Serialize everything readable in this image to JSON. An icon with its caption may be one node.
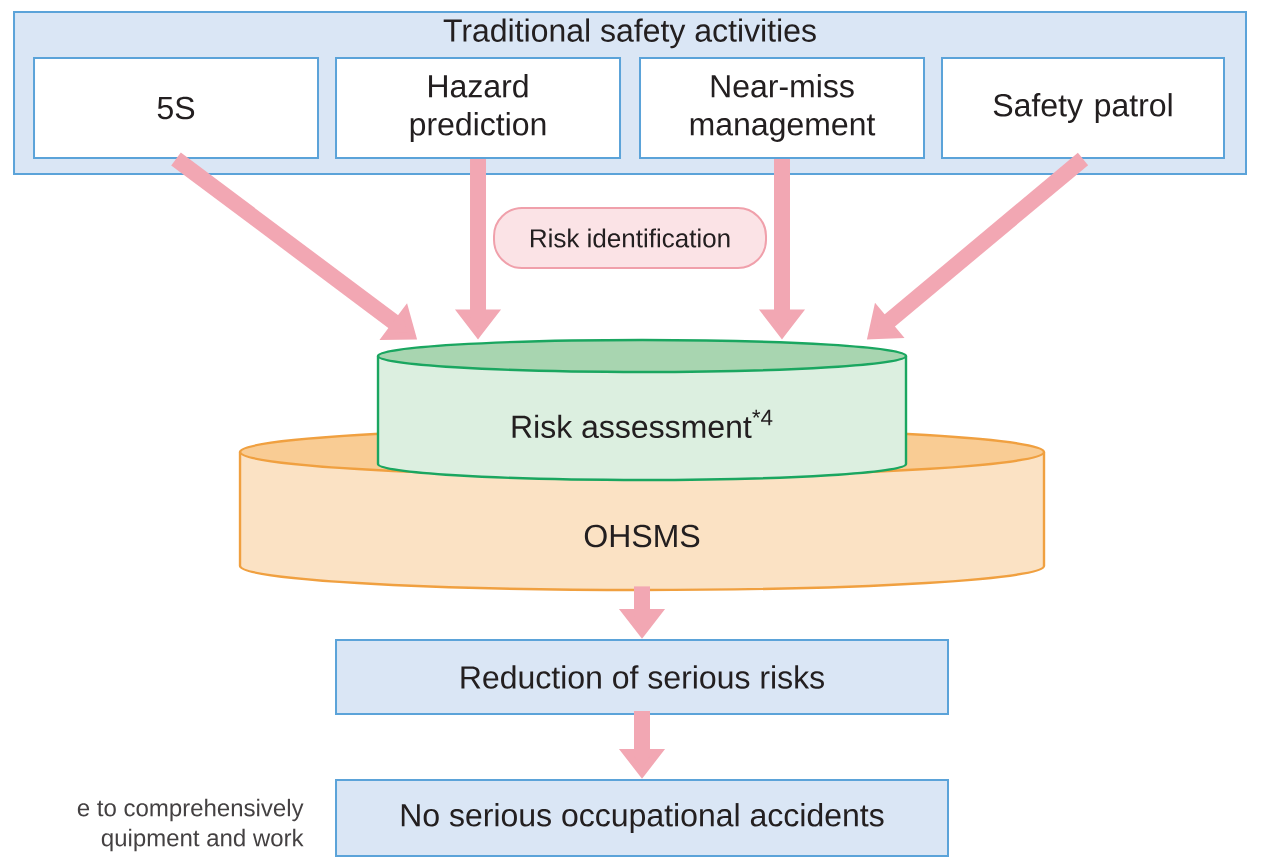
{
  "diagram": {
    "nodes": [
      {
        "text": [
          "Traditional safety activities"
        ]
      },
      {
        "text": [
          "5S"
        ],
        "in": 0
      },
      {
        "text": [
          "Hazard prediction"
        ],
        "in": 0
      },
      {
        "text": [
          "Near-miss management"
        ],
        "in": 0
      },
      {
        "text": [
          "Safety patrol"
        ],
        "in": 0
      },
      {
        "text": [
          "Risk identification"
        ]
      },
      {
        "text": [
          "Risk assessment$^{*4}$"
        ]
      },
      {
        "text": [
          "OHSMS"
        ]
      },
      {
        "text": [
          "Reduction of serious risks"
        ]
      },
      {
        "text": [
          "No serious occupational accidents"
        ]
      }
    ],
    "edges": [
      {
        "from": 1,
        "to": 6,
        "arrow": "to"
      },
      {
        "from": 2,
        "to": 6,
        "arrow": "to"
      },
      {
        "from": 3,
        "to": 6,
        "arrow": "to"
      },
      {
        "from": 4,
        "to": 6,
        "arrow": "to"
      },
      {
        "from": 7,
        "to": 8,
        "arrow": "to"
      },
      {
        "from": 8,
        "to": 9,
        "arrow": "to"
      }
    ],
    "labels": [
      "e to comprehensively",
      "quipment and work"
    ]
  }
}
